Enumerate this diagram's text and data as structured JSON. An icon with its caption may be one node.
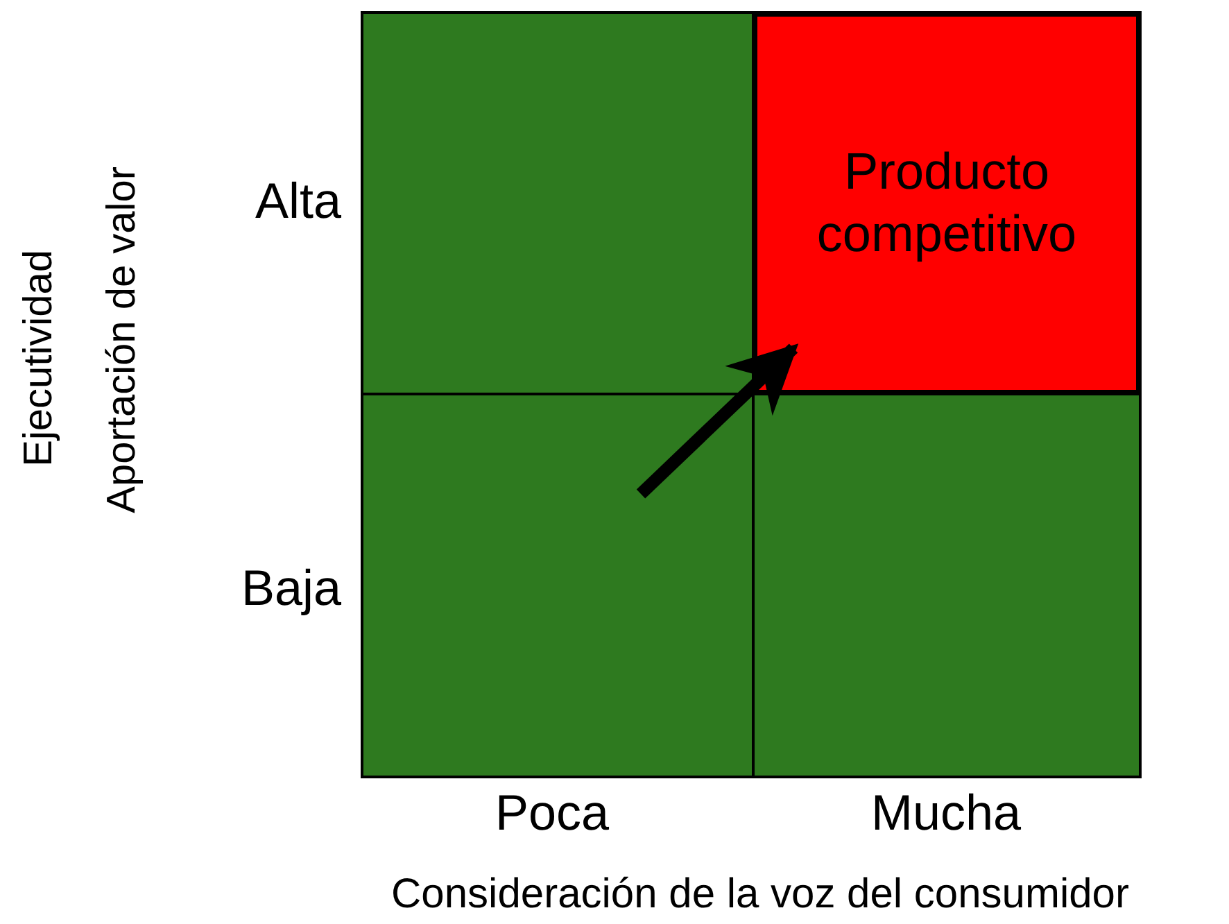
{
  "diagram": {
    "nodes": [
      {
        "text": [],
        "shape": "box"
      },
      {
        "text": [
          "Producto competitivo"
        ]
      },
      {
        "text": [],
        "shape": "box"
      },
      {
        "text": [],
        "shape": "box"
      }
    ],
    "edges": [
      {
        "from": 2,
        "to": 1,
        "arrow": "to"
      }
    ],
    "labels": [
      "Alta",
      "Baja",
      "Poca",
      "Mucha",
      "Consideración de la voz del consumidor",
      "Ejecutividad",
      "Aportación de valor"
    ]
  }
}
